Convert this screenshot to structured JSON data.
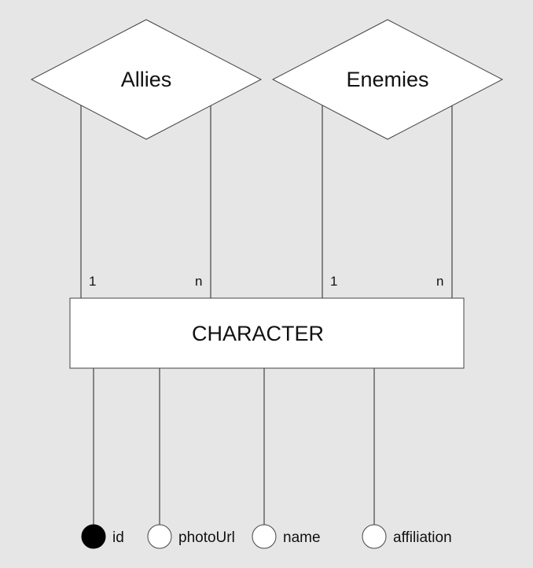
{
  "diagram": {
    "relationships": [
      {
        "name": "Allies",
        "cardinality_left": "1",
        "cardinality_right": "n"
      },
      {
        "name": "Enemies",
        "cardinality_left": "1",
        "cardinality_right": "n"
      }
    ],
    "entity": {
      "name": "CHARACTER"
    },
    "attributes": [
      {
        "name": "id",
        "primary_key": true
      },
      {
        "name": "photoUrl",
        "primary_key": false
      },
      {
        "name": "name",
        "primary_key": false
      },
      {
        "name": "affiliation",
        "primary_key": false
      }
    ]
  }
}
